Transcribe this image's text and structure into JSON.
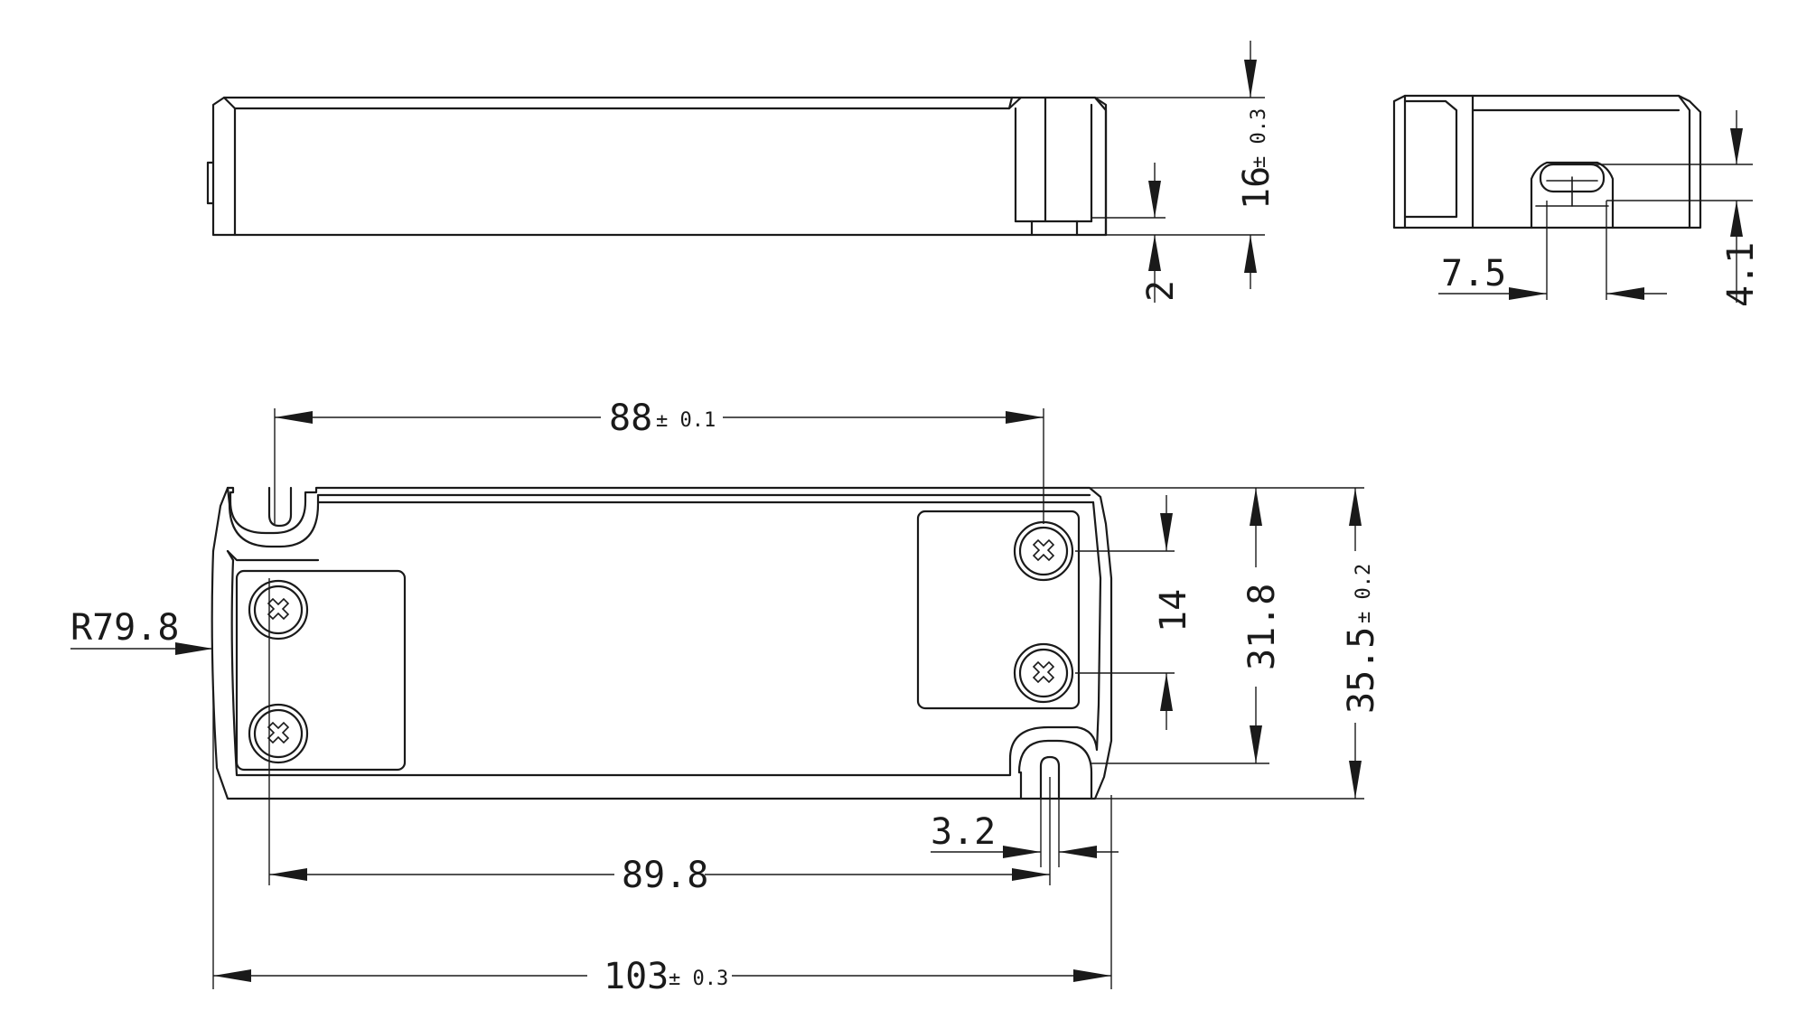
{
  "dimensions": {
    "top_height": {
      "value": "16",
      "tol": "± 0.3"
    },
    "top_pin": {
      "value": "2"
    },
    "side_pin_width": {
      "value": "7.5"
    },
    "side_pin_height": {
      "value": "4.1"
    },
    "hole_spacing": {
      "value": "88",
      "tol": "± 0.1"
    },
    "radius": {
      "value": "R79.8"
    },
    "screw_spacing": {
      "value": "14"
    },
    "inner_height": {
      "value": "31.8"
    },
    "overall_height": {
      "value": "35.5",
      "tol": "± 0.2"
    },
    "slot_width": {
      "value": "3.2"
    },
    "inner_length": {
      "value": "89.8"
    },
    "overall_length": {
      "value": "103",
      "tol": "± 0.3"
    }
  },
  "colors": {
    "line": "#1a1a1a",
    "background": "#ffffff"
  }
}
